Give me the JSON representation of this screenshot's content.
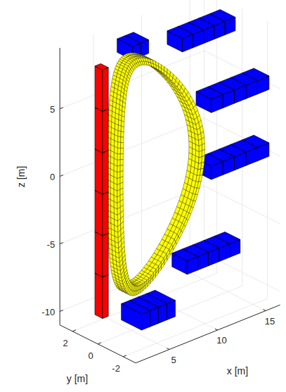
{
  "diagram": {
    "labels": [
      "5",
      "0",
      "-5",
      "-10",
      "z [m]",
      "2",
      "0",
      "-2",
      "y [m]",
      "5",
      "10",
      "15",
      "x [m]"
    ]
  }
}
